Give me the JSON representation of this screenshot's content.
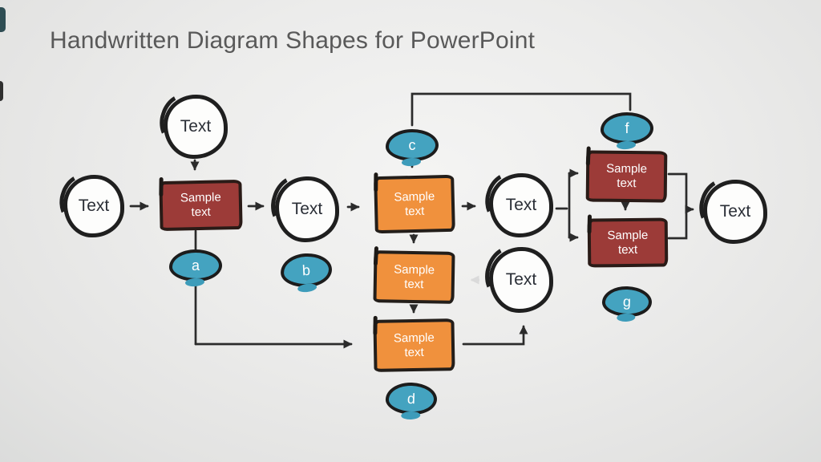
{
  "slide": {
    "title": "Handwritten Diagram Shapes for PowerPoint"
  },
  "colors": {
    "background": "#ebecec",
    "title_text": "#595959",
    "ink": "#2b2b2b",
    "red_box_fill": "#9c3b38",
    "orange_box_fill": "#f0913d",
    "teal_tag_fill": "#44a3c0",
    "circle_fill": "#fdfdfc",
    "faint_arrow": "#dcdcdc"
  },
  "diagram": {
    "circles": [
      {
        "id": "top",
        "label": "Text"
      },
      {
        "id": "left",
        "label": "Text"
      },
      {
        "id": "middle",
        "label": "Text"
      },
      {
        "id": "right-upper",
        "label": "Text"
      },
      {
        "id": "right-lower",
        "label": "Text"
      },
      {
        "id": "end",
        "label": "Text"
      }
    ],
    "red_boxes": [
      {
        "id": "red-1",
        "label": "Sample text"
      },
      {
        "id": "red-2",
        "label": "Sample text"
      },
      {
        "id": "red-3",
        "label": "Sample text"
      }
    ],
    "orange_boxes": [
      {
        "id": "orange-1",
        "label": "Sample text"
      },
      {
        "id": "orange-2",
        "label": "Sample text"
      },
      {
        "id": "orange-3",
        "label": "Sample text"
      }
    ],
    "tags": [
      {
        "id": "a",
        "label": "a"
      },
      {
        "id": "b",
        "label": "b"
      },
      {
        "id": "c",
        "label": "c"
      },
      {
        "id": "d",
        "label": "d"
      },
      {
        "id": "f",
        "label": "f"
      },
      {
        "id": "g",
        "label": "g"
      }
    ]
  }
}
